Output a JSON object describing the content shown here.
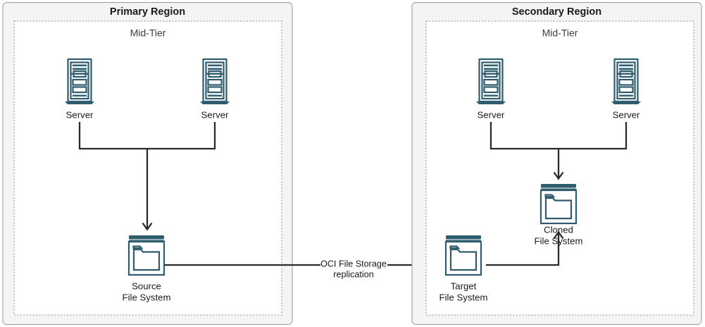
{
  "diagram": {
    "title_primary": "Primary Region",
    "title_secondary": "Secondary Region",
    "tier_label_primary": "Mid-Tier",
    "tier_label_secondary": "Mid-Tier",
    "colors": {
      "icon_teal": "#2f5c6e",
      "connector": "#2b2b2b",
      "panel_fill": "#f4f4f2",
      "panel_border": "#a6a6a6",
      "tier_border": "#8c8c8c",
      "text": "#1a1a1a",
      "canvas": "#ffffff"
    },
    "primary": {
      "servers": [
        {
          "label": "Server"
        },
        {
          "label": "Server"
        }
      ],
      "storage": {
        "label_line1": "Source",
        "label_line2": "File System"
      }
    },
    "secondary": {
      "servers": [
        {
          "label": "Server"
        },
        {
          "label": "Server"
        }
      ],
      "storage_target": {
        "label_line1": "Target",
        "label_line2": "File System"
      },
      "storage_clone": {
        "label_line1": "Cloned",
        "label_line2": "File System"
      }
    },
    "replication": {
      "label_line1": "OCI File Storage",
      "label_line2": "replication"
    }
  }
}
